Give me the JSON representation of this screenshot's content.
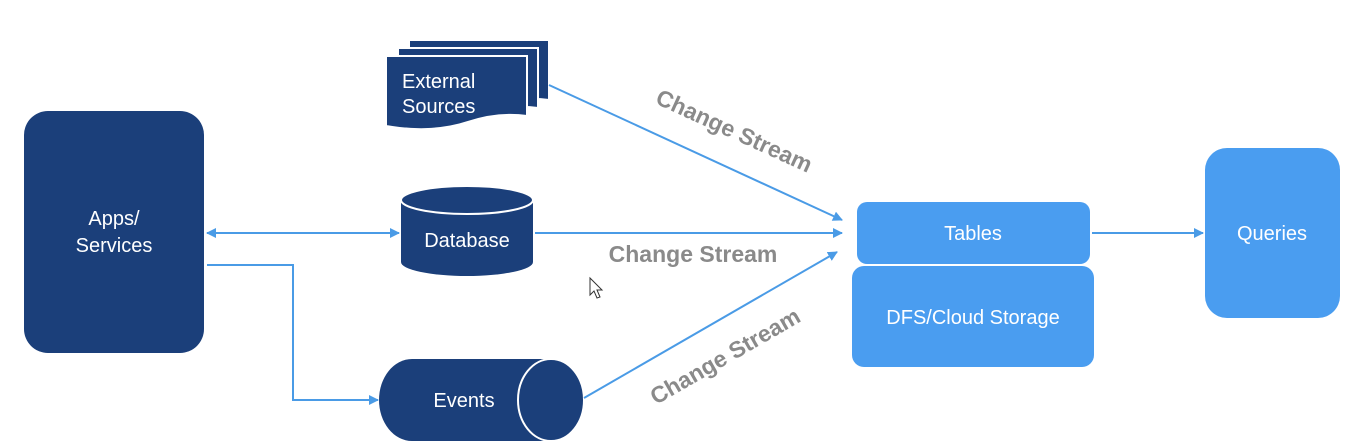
{
  "nodes": {
    "apps_services": {
      "line1": "Apps/",
      "line2": "Services"
    },
    "external_sources": {
      "line1": "External",
      "line2": "Sources"
    },
    "database": {
      "label": "Database"
    },
    "events": {
      "label": "Events"
    },
    "tables": {
      "label": "Tables"
    },
    "storage": {
      "label": "DFS/Cloud Storage"
    },
    "queries": {
      "label": "Queries"
    }
  },
  "edge_labels": {
    "external_to_tables": "Change Stream",
    "database_to_tables": "Change Stream",
    "events_to_tables": "Change Stream"
  },
  "colors": {
    "dark_node": "#1b3f7a",
    "light_node": "#4a9df0",
    "arrow": "#4a9be6",
    "label": "#8a8a8a"
  }
}
